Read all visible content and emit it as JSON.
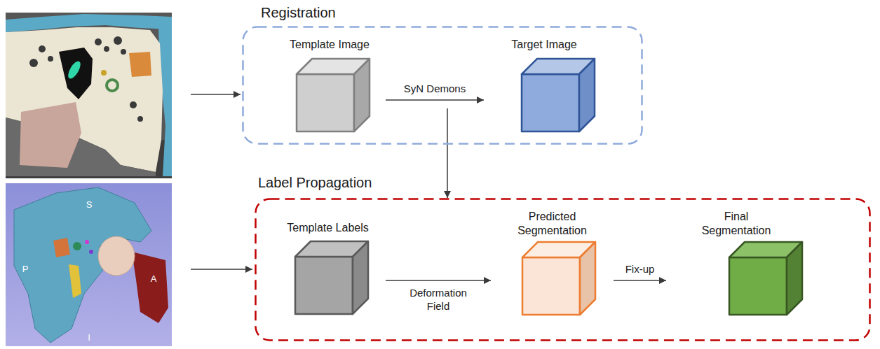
{
  "diagram": {
    "nodes": [
      {
        "text": [
          "Registration"
        ]
      },
      {
        "text": [
          "Template Image"
        ],
        "in": 0
      },
      {
        "text": [
          "Target Image"
        ],
        "in": 0
      },
      {
        "text": [
          "Label Propagation"
        ]
      },
      {
        "text": [
          "Template Labels"
        ],
        "in": 3
      },
      {
        "text": [
          "Predicted Segmentation"
        ],
        "in": 3
      },
      {
        "text": [
          "Final Segmentation"
        ],
        "in": 3
      }
    ],
    "edges": [
      {
        "from": 1,
        "to": 2,
        "label": "SyN Demons",
        "arrow": "to"
      },
      {
        "from": 0,
        "to": 3,
        "arrow": "to"
      },
      {
        "from": 4,
        "to": 5,
        "label": "Deformation Field",
        "arrow": "to"
      },
      {
        "from": 5,
        "to": 6,
        "label": "Fix-up",
        "arrow": "to"
      }
    ],
    "labels": [
      "S",
      "P",
      "A",
      "I"
    ]
  }
}
